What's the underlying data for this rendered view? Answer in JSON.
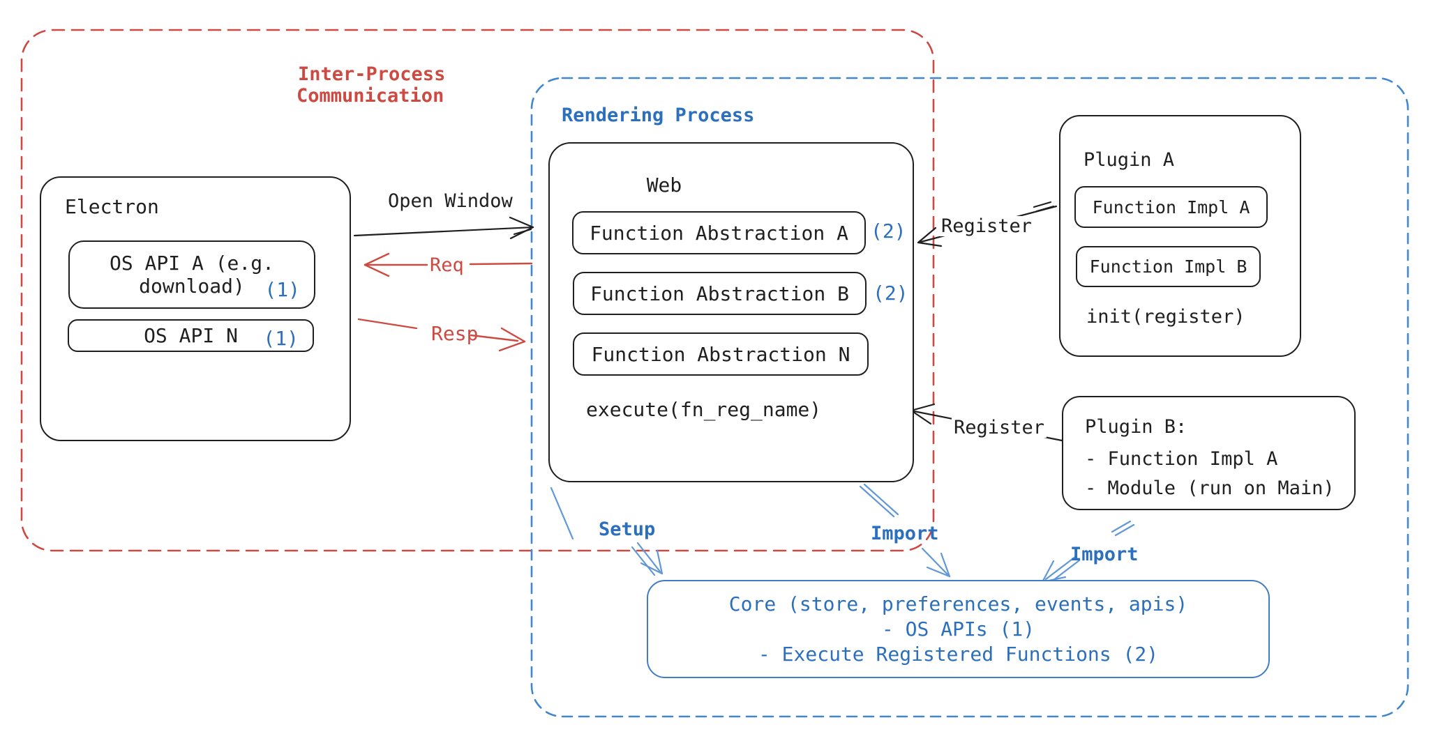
{
  "meta": {
    "type": "excalidraw-style architecture diagram",
    "background": "#ffffff"
  },
  "colors": {
    "black": "#1f1f1f",
    "red": "#cd4a42",
    "blue_text": "#2b6fbd",
    "blue_dash_border": "#4286cc",
    "blue_arrow": "#6097d8",
    "core_border": "#3f7dc4"
  },
  "ipc_region": {
    "label_line1": "Inter-Process",
    "label_line2": "Communication"
  },
  "rendering_region": {
    "label": "Rendering Process"
  },
  "electron": {
    "title": "Electron",
    "os_api_a_line1": "OS API A (e.g.",
    "os_api_a_line2": "download)",
    "os_api_a_ref": "(1)",
    "os_api_n": "OS API N",
    "os_api_n_ref": "(1)"
  },
  "web": {
    "title": "Web",
    "fa_a": "Function Abstraction A",
    "fa_a_ref": "(2)",
    "fa_b": "Function Abstraction B",
    "fa_b_ref": "(2)",
    "fa_n": "Function Abstraction N",
    "execute": "execute(fn_reg_name)"
  },
  "plugin_a": {
    "title": "Plugin A",
    "impl_a": "Function Impl A",
    "impl_b": "Function Impl B",
    "init": "init(register)"
  },
  "plugin_b": {
    "line1": "Plugin B:",
    "line2": "- Function Impl A",
    "line3": "- Module (run on Main)"
  },
  "core": {
    "line1": "Core (store, preferences, events, apis)",
    "line2": "- OS APIs (1)",
    "line3": "- Execute Registered Functions (2)"
  },
  "arrows": {
    "open_window": "Open Window",
    "req": "Req",
    "resp": "Resp",
    "register_top": "Register",
    "register_bottom": "Register",
    "setup": "Setup",
    "import_mid": "Import",
    "import_right": "Import"
  }
}
